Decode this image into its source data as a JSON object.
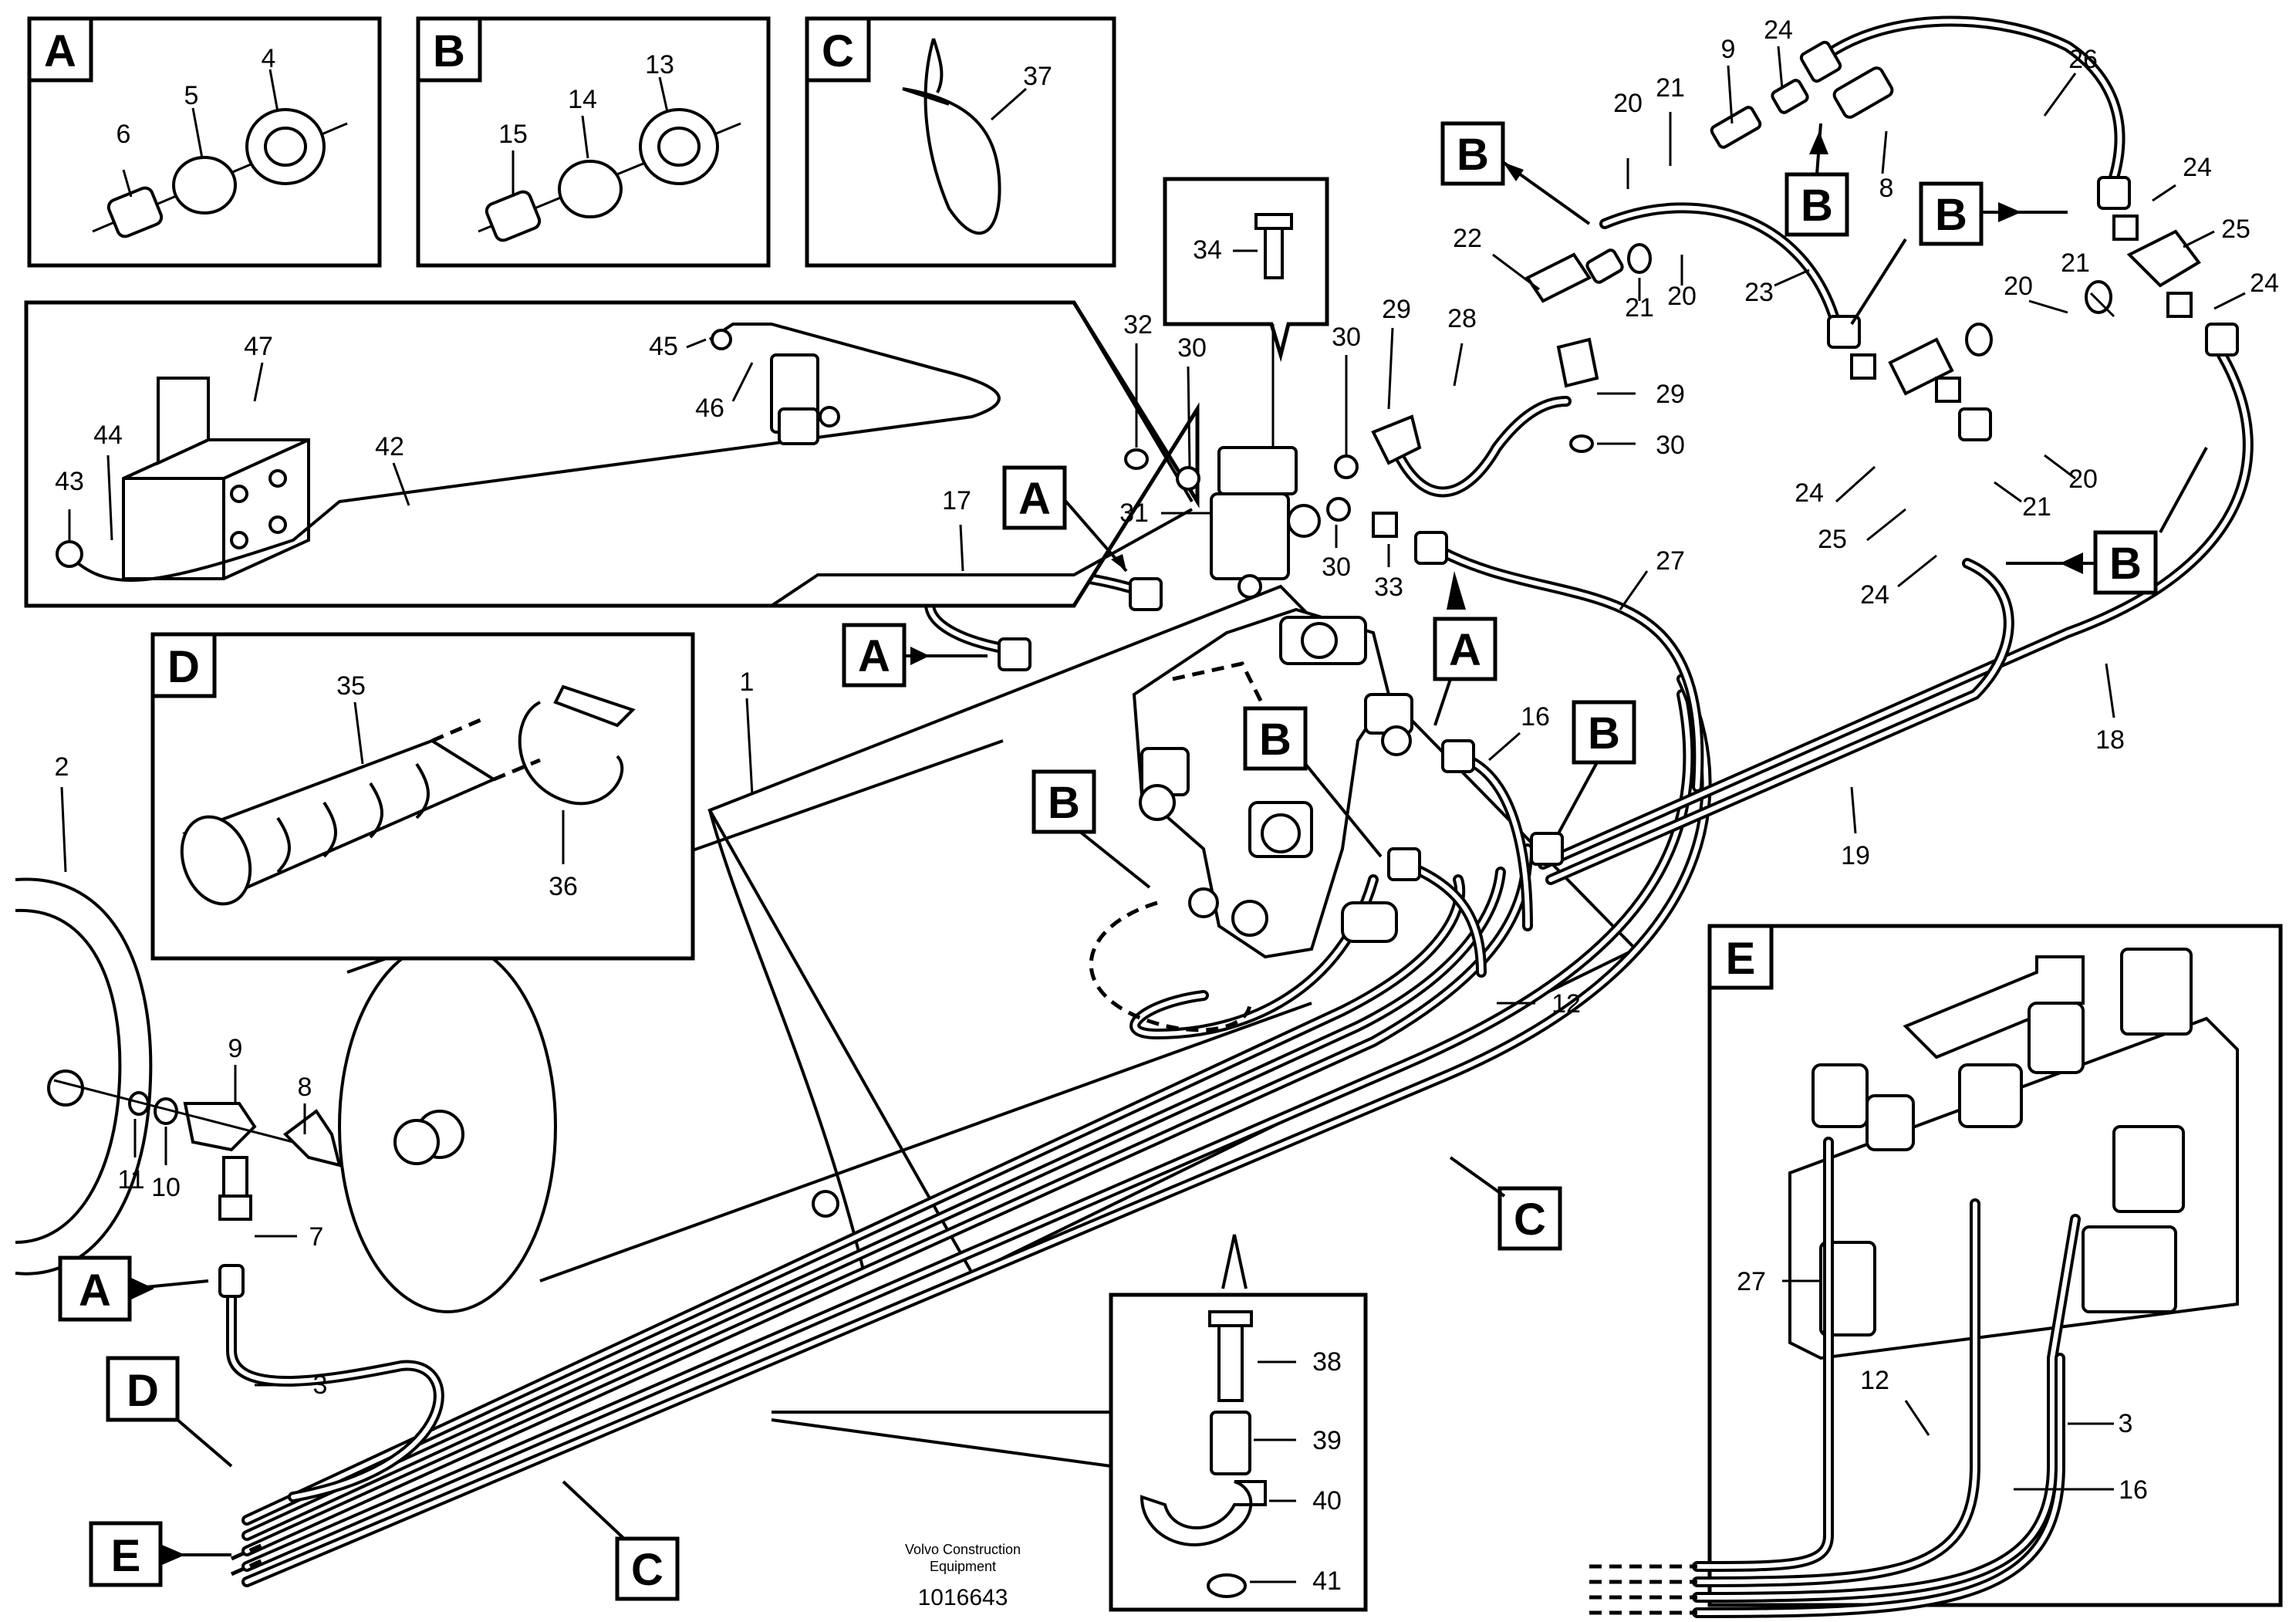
{
  "detail_boxes": {
    "A": {
      "letter": "A",
      "parts": [
        "4",
        "5",
        "6"
      ]
    },
    "B": {
      "letter": "B",
      "parts": [
        "13",
        "14",
        "15"
      ]
    },
    "C": {
      "letter": "C",
      "parts": [
        "37"
      ]
    },
    "D": {
      "letter": "D",
      "parts": [
        "35",
        "36"
      ]
    },
    "E": {
      "letter": "E",
      "parts": [
        "27",
        "12",
        "3",
        "16"
      ]
    }
  },
  "reference_letters": {
    "a1": "A",
    "a2": "A",
    "a3": "A",
    "a4": "A",
    "b1": "B",
    "b2": "B",
    "b3": "B",
    "b4": "B",
    "b5": "B",
    "b6": "B",
    "b7": "B",
    "c1": "C",
    "c2": "C",
    "d1": "D",
    "e1": "E"
  },
  "callouts": {
    "n1": "1",
    "n2": "2",
    "n3": "3",
    "n7": "7",
    "n8": "8",
    "n9": "9",
    "n10": "10",
    "n11": "11",
    "n12": "12",
    "n16": "16",
    "n17": "17",
    "n18": "18",
    "n19": "19",
    "n20a": "20",
    "n21a": "21",
    "n9b": "9",
    "n24a": "24",
    "n8b": "8",
    "n26": "26",
    "n22": "22",
    "n21b": "21",
    "n20b": "20",
    "n23": "23",
    "n24b": "24",
    "n25a": "25",
    "n24c": "24",
    "n20c": "20",
    "n21c": "21",
    "n24d": "24",
    "n25b": "25",
    "n24e": "24",
    "n21d": "21",
    "n20d": "20",
    "n27": "27",
    "n28": "28",
    "n29a": "29",
    "n29b": "29",
    "n30a": "30",
    "n30b": "30",
    "n30c": "30",
    "n30d": "30",
    "n31": "31",
    "n32": "32",
    "n33": "33",
    "n34": "34",
    "n38": "38",
    "n39": "39",
    "n40": "40",
    "n41": "41",
    "n42": "42",
    "n43": "43",
    "n44": "44",
    "n45": "45",
    "n46": "46",
    "n47": "47",
    "e27": "27",
    "e12": "12",
    "e3": "3",
    "e16": "16"
  },
  "footer": {
    "maker_line1": "Volvo Construction",
    "maker_line2": "Equipment",
    "drawing_number": "1016643"
  }
}
